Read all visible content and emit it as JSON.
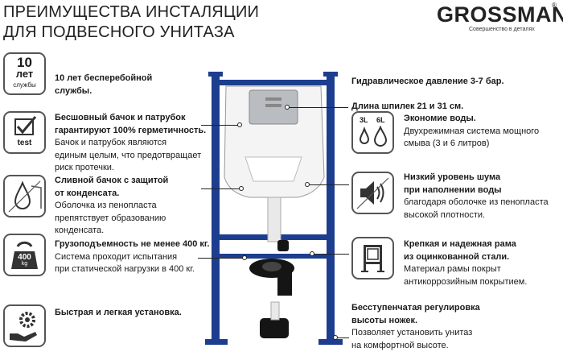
{
  "header": {
    "title_line1": "ПРЕИМУЩЕСТВА ИНСТАЛЯЦИИ",
    "title_line2": "ДЛЯ ПОДВЕСНОГО УНИТАЗА",
    "brand": "GROSSMAN",
    "brand_mark": "®",
    "slogan": "Совершенство в деталях"
  },
  "left_features": [
    {
      "icon": "ten-years-service-icon",
      "icon_big": "10",
      "icon_mid": "лет",
      "icon_small": "службы",
      "title": [
        "10 лет бесперебойной",
        "службы."
      ],
      "body": []
    },
    {
      "icon": "checkmark-test-icon",
      "icon_small": "test",
      "title": [
        "Бесшовный бачок и патрубок",
        "гарантируют 100% герметичность."
      ],
      "body": [
        "Бачок и патрубок являются",
        "единым целым, что предотвращает",
        "риск протечки."
      ]
    },
    {
      "icon": "water-drop-shield-icon",
      "title": [
        "Сливной бачок с защитой",
        "от конденсата."
      ],
      "body": [
        "Оболочка из пенопласта",
        "препятствует образованию",
        "конденсата."
      ]
    },
    {
      "icon": "kettlebell-400kg-icon",
      "icon_big": "400",
      "icon_small": "kg",
      "title": [
        "Грузоподъемность не менее 400 кг."
      ],
      "body": [
        "Система проходит испытания",
        "при статической нагрузки в 400 кг."
      ]
    },
    {
      "icon": "hand-gear-icon",
      "title": [
        "Быстрая и легкая установка."
      ],
      "body": []
    }
  ],
  "right_features": [
    {
      "title": [
        "Гидравлическое давление 3-7 бар."
      ],
      "body": []
    },
    {
      "title": [
        "Длина шпилек 21 и 31 см."
      ],
      "body": []
    },
    {
      "icon": "dual-flush-drops-icon",
      "icon_a": "3L",
      "icon_b": "6L",
      "title": [
        "Экономие воды."
      ],
      "body": [
        "Двухрежимная система мощного",
        "смыва (3 и 6 литров)"
      ]
    },
    {
      "icon": "low-noise-speaker-icon",
      "title": [
        "Низкий уровень шума",
        "при наполнении воды"
      ],
      "body": [
        "благодаря оболочке из пенопласта",
        "высокой плотности."
      ]
    },
    {
      "icon": "frame-icon",
      "title": [
        "Крепкая и надежная рама",
        "из оцинкованной стали."
      ],
      "body": [
        "Материал рамы покрыт",
        "антикоррозийным покрытием."
      ]
    },
    {
      "title": [
        "Бесступенчатая регулировка",
        "высоты ножек."
      ],
      "body": [
        "Позволяет установить унитаз",
        "на комфортной высоте."
      ]
    }
  ],
  "colors": {
    "frame": "#1d3d8f",
    "tank": "#f4f4f4",
    "button": "#b9bcc0",
    "pipe": "#e9e9e9",
    "black": "#151515"
  }
}
